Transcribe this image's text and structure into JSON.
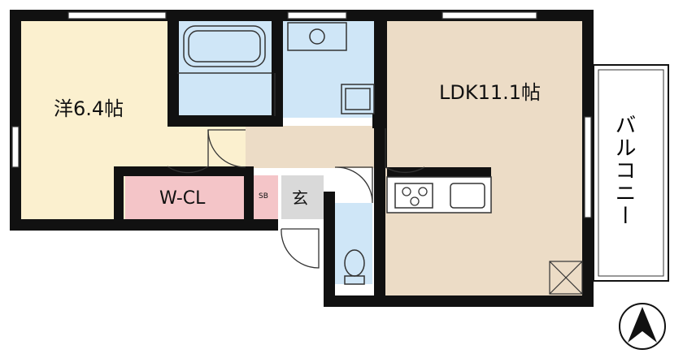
{
  "floorplan": {
    "rooms": {
      "western": {
        "label": "洋6.4帖",
        "fill": "#fbf0cf"
      },
      "ldk": {
        "label": "LDK11.1帖",
        "fill": "#ecdcc6"
      },
      "walk_in_closet": {
        "label": "W-CL",
        "fill": "#f4c5c8"
      },
      "entrance": {
        "label": "玄"
      },
      "shoe_box": {
        "label": "SB"
      },
      "bath": {
        "fill": "#cfe6f7"
      },
      "washroom": {
        "fill": "#cfe6f7"
      },
      "toilet": {
        "fill": "#cfe6f7"
      },
      "hall": {
        "fill": "#ecdcc6"
      }
    },
    "balcony": {
      "label": "バルコニー"
    },
    "compass": {
      "direction": "N"
    },
    "colors": {
      "wall": "#111111",
      "line": "#333333"
    }
  }
}
